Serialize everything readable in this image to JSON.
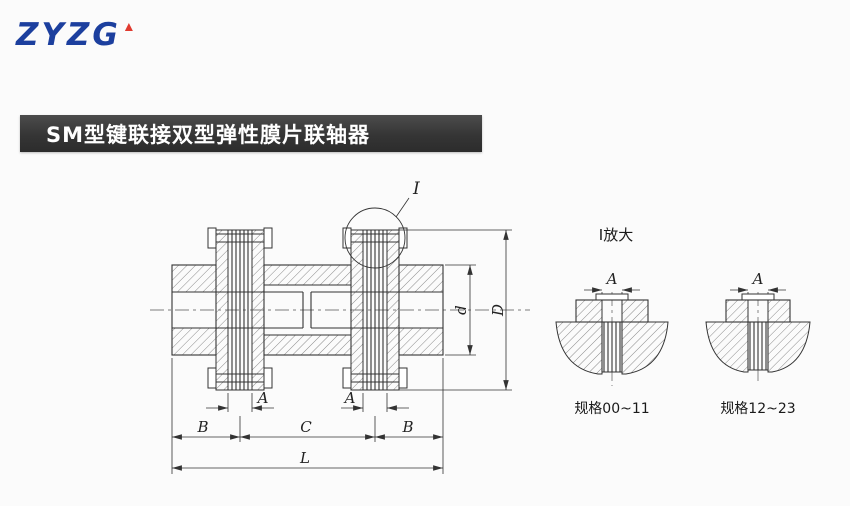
{
  "theme": {
    "logo_blue": "#1c3f9e",
    "accent_red": "#e03a2f",
    "banner_bg": "#353535",
    "line": "#333333"
  },
  "logo": {
    "text": "ZYZG"
  },
  "banner": {
    "title": "SM型键联接双型弹性膜片联轴器"
  },
  "drawing": {
    "callout_label": "I",
    "detail_title": "I放大",
    "dims": {
      "d": "d",
      "D": "D",
      "a_left": "A",
      "a_right": "A",
      "b_left": "B",
      "c": "C",
      "b_right": "B",
      "l": "L"
    },
    "details": [
      {
        "dim": "A",
        "caption": "规格00~11"
      },
      {
        "dim": "A",
        "caption": "规格12~23"
      }
    ]
  }
}
